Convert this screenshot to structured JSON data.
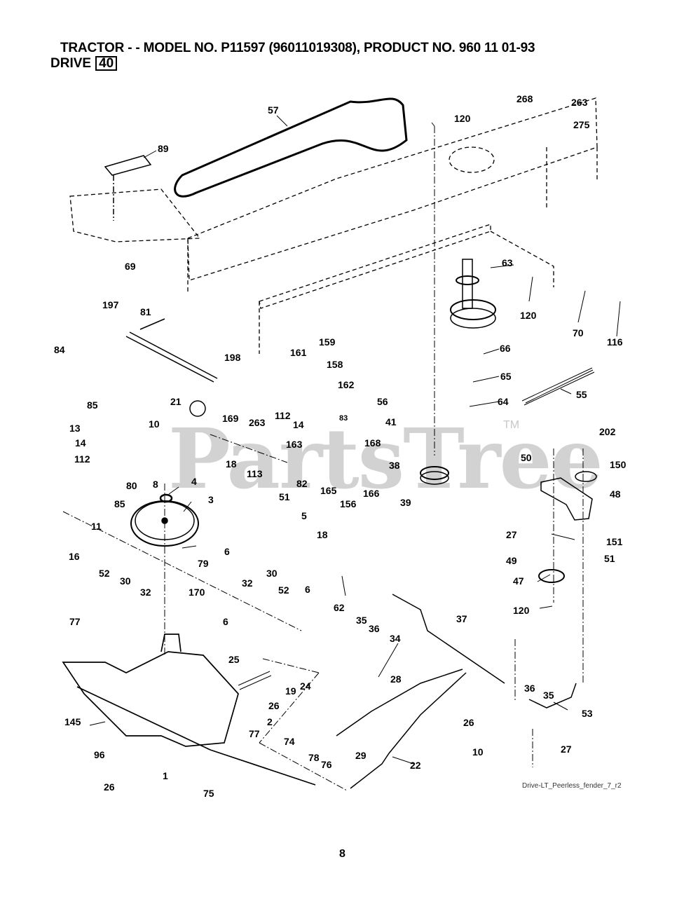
{
  "header": {
    "title": "TRACTOR - - MODEL NO. P11597  (96011019308), PRODUCT NO. 960 11 01-93",
    "section_label": "DRIVE",
    "section_number": "40"
  },
  "watermark": {
    "text": "PartsTree",
    "trademark": "TM"
  },
  "drawing_reference": "Drive-LT_Peerless_fender_7_r2",
  "page_number": "8",
  "callouts": [
    {
      "id": "c57",
      "label": "57"
    },
    {
      "id": "c268",
      "label": "268"
    },
    {
      "id": "c263a",
      "label": "263"
    },
    {
      "id": "c275",
      "label": "275"
    },
    {
      "id": "c120a",
      "label": "120"
    },
    {
      "id": "c89",
      "label": "89"
    },
    {
      "id": "c69",
      "label": "69"
    },
    {
      "id": "c63",
      "label": "63"
    },
    {
      "id": "c120b",
      "label": "120"
    },
    {
      "id": "c70",
      "label": "70"
    },
    {
      "id": "c116",
      "label": "116"
    },
    {
      "id": "c197",
      "label": "197"
    },
    {
      "id": "c81",
      "label": "81"
    },
    {
      "id": "c84",
      "label": "84"
    },
    {
      "id": "c85a",
      "label": "85"
    },
    {
      "id": "c198",
      "label": "198"
    },
    {
      "id": "c161",
      "label": "161"
    },
    {
      "id": "c159",
      "label": "159"
    },
    {
      "id": "c158",
      "label": "158"
    },
    {
      "id": "c162",
      "label": "162"
    },
    {
      "id": "c66",
      "label": "66"
    },
    {
      "id": "c65",
      "label": "65"
    },
    {
      "id": "c56",
      "label": "56"
    },
    {
      "id": "c64",
      "label": "64"
    },
    {
      "id": "c55",
      "label": "55"
    },
    {
      "id": "c21",
      "label": "21"
    },
    {
      "id": "c169",
      "label": "169"
    },
    {
      "id": "c263b",
      "label": "263"
    },
    {
      "id": "c112a",
      "label": "112"
    },
    {
      "id": "c14a",
      "label": "14"
    },
    {
      "id": "c83",
      "label": "83"
    },
    {
      "id": "c163",
      "label": "163"
    },
    {
      "id": "c168",
      "label": "168"
    },
    {
      "id": "c41",
      "label": "41"
    },
    {
      "id": "c10a",
      "label": "10"
    },
    {
      "id": "c13",
      "label": "13"
    },
    {
      "id": "c14b",
      "label": "14"
    },
    {
      "id": "c112b",
      "label": "112"
    },
    {
      "id": "c80",
      "label": "80"
    },
    {
      "id": "c85b",
      "label": "85"
    },
    {
      "id": "c11",
      "label": "11"
    },
    {
      "id": "c8",
      "label": "8"
    },
    {
      "id": "c4",
      "label": "4"
    },
    {
      "id": "c18a",
      "label": "18"
    },
    {
      "id": "c113",
      "label": "113"
    },
    {
      "id": "c82",
      "label": "82"
    },
    {
      "id": "c165",
      "label": "165"
    },
    {
      "id": "c156",
      "label": "156"
    },
    {
      "id": "c166",
      "label": "166"
    },
    {
      "id": "c38",
      "label": "38"
    },
    {
      "id": "c39",
      "label": "39"
    },
    {
      "id": "c202",
      "label": "202"
    },
    {
      "id": "c50",
      "label": "50"
    },
    {
      "id": "c150",
      "label": "150"
    },
    {
      "id": "c48",
      "label": "48"
    },
    {
      "id": "c3",
      "label": "3"
    },
    {
      "id": "c51a",
      "label": "51"
    },
    {
      "id": "c5",
      "label": "5"
    },
    {
      "id": "c18b",
      "label": "18"
    },
    {
      "id": "c6a",
      "label": "6"
    },
    {
      "id": "c6b",
      "label": "6"
    },
    {
      "id": "c27a",
      "label": "27"
    },
    {
      "id": "c151",
      "label": "151"
    },
    {
      "id": "c51b",
      "label": "51"
    },
    {
      "id": "c49",
      "label": "49"
    },
    {
      "id": "c47",
      "label": "47"
    },
    {
      "id": "c120c",
      "label": "120"
    },
    {
      "id": "c16",
      "label": "16"
    },
    {
      "id": "c79",
      "label": "79"
    },
    {
      "id": "c52a",
      "label": "52"
    },
    {
      "id": "c30a",
      "label": "30"
    },
    {
      "id": "c32a",
      "label": "32"
    },
    {
      "id": "c170",
      "label": "170"
    },
    {
      "id": "c6c",
      "label": "6"
    },
    {
      "id": "c32b",
      "label": "32"
    },
    {
      "id": "c30b",
      "label": "30"
    },
    {
      "id": "c52b",
      "label": "52"
    },
    {
      "id": "c62",
      "label": "62"
    },
    {
      "id": "c35a",
      "label": "35"
    },
    {
      "id": "c36a",
      "label": "36"
    },
    {
      "id": "c34",
      "label": "34"
    },
    {
      "id": "c37",
      "label": "37"
    },
    {
      "id": "c77a",
      "label": "77"
    },
    {
      "id": "c25",
      "label": "25"
    },
    {
      "id": "c19",
      "label": "19"
    },
    {
      "id": "c24",
      "label": "24"
    },
    {
      "id": "c26a",
      "label": "26"
    },
    {
      "id": "c2",
      "label": "2"
    },
    {
      "id": "c28",
      "label": "28"
    },
    {
      "id": "c36b",
      "label": "36"
    },
    {
      "id": "c35b",
      "label": "35"
    },
    {
      "id": "c145",
      "label": "145"
    },
    {
      "id": "c77b",
      "label": "77"
    },
    {
      "id": "c74",
      "label": "74"
    },
    {
      "id": "c29",
      "label": "29"
    },
    {
      "id": "c26b",
      "label": "26"
    },
    {
      "id": "c53",
      "label": "53"
    },
    {
      "id": "c1",
      "label": "1"
    },
    {
      "id": "c96",
      "label": "96"
    },
    {
      "id": "c78",
      "label": "78"
    },
    {
      "id": "c76",
      "label": "76"
    },
    {
      "id": "c22",
      "label": "22"
    },
    {
      "id": "c10b",
      "label": "10"
    },
    {
      "id": "c27b",
      "label": "27"
    },
    {
      "id": "c26c",
      "label": "26"
    },
    {
      "id": "c75",
      "label": "75"
    }
  ]
}
